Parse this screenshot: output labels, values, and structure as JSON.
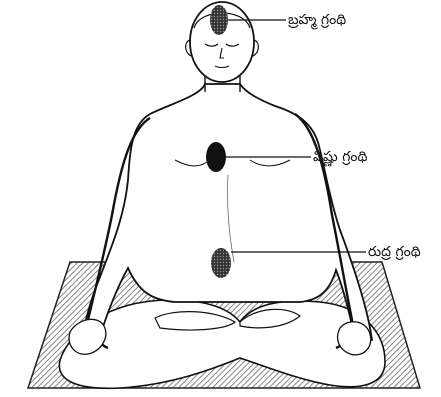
{
  "labels": {
    "brahma_granthi": "బ్రహ్మ గ్రంథి",
    "vishnu_granthi": "విష్ణు గ్రంథి",
    "rudra_granthi": "రుద్ర గ్రంథి"
  },
  "colors": {
    "ink": "#111111",
    "mat": "#6b6b6b",
    "background": "#ffffff"
  }
}
